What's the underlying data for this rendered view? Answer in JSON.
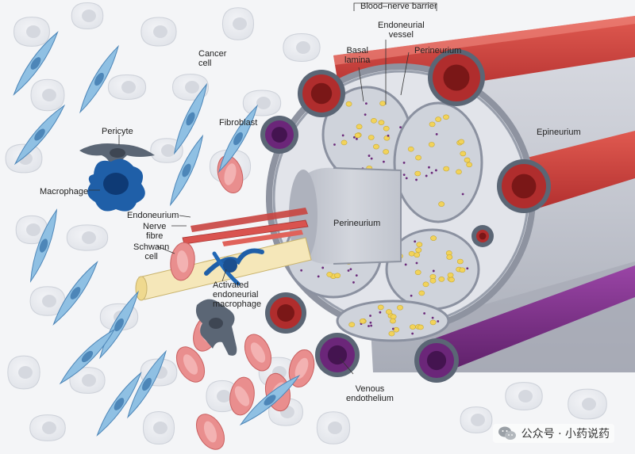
{
  "labels": {
    "blood_nerve_barrier": "Blood–nerve barrier",
    "basal_lamina": "Basal\nlamina",
    "endoneurial_vessel": "Endoneurial\nvessel",
    "perineurium_top": "Perineurium",
    "epineurium": "Epineurium",
    "cancer_cell": "Cancer\ncell",
    "fibroblast": "Fibroblast",
    "pericyte": "Pericyte",
    "macrophage": "Macrophage",
    "endoneurium": "Endoneurium",
    "nerve_fibre": "Nerve\nfibre",
    "schwann_cell": "Schwann\ncell",
    "activated_macrophage": "Activated\nendoneurial\nmacrophage",
    "perineurium_center": "Perineurium",
    "venous_endothelium": "Venous\nendothelium"
  },
  "watermark": {
    "text": "公众号 · 小药说药",
    "icon": "wechat-icon"
  },
  "colors": {
    "background": "#f4f5f7",
    "cancer_cell": "#e7e9ee",
    "fibroblast": "#7fb3da",
    "macrophage": "#1f5fa8",
    "pericyte": "#5b6675",
    "red_blood_cell": "#e98e8e",
    "artery": "#c93a3a",
    "vein": "#7a2a86",
    "nerve_trunk": "#c7cad3",
    "fascicle": "#d6d9e0",
    "axon": "#f2d35a",
    "schwann_cell": "#f4e6b8"
  }
}
